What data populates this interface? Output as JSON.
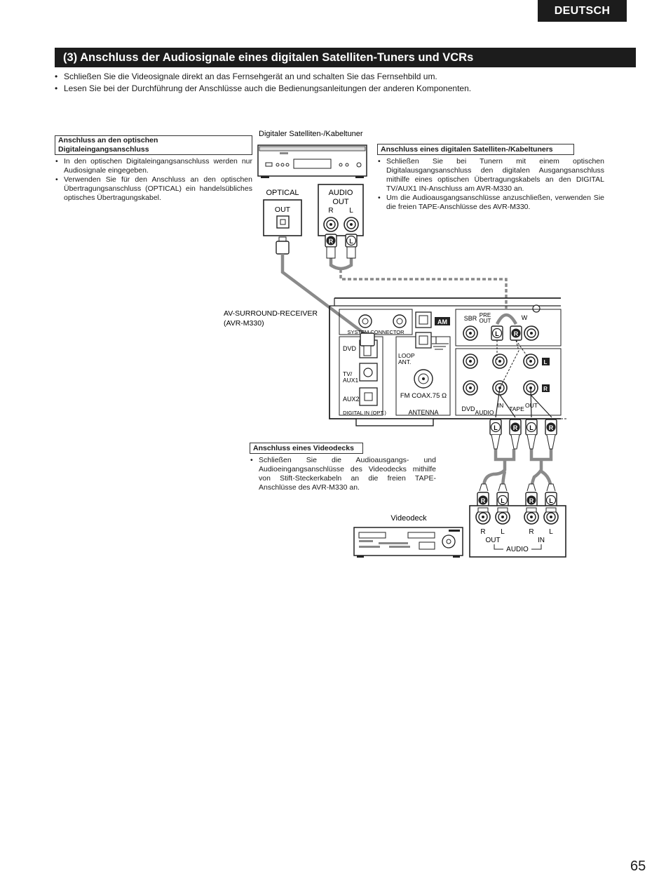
{
  "header": {
    "language_tab": "DEUTSCH"
  },
  "section": {
    "title": "(3) Anschluss der Audiosignale eines digitalen Satelliten-Tuners und VCRs"
  },
  "intro": [
    "Schließen Sie die Videosignale direkt an das Fernsehgerät an und schalten Sie das Fernsehbild um.",
    "Lesen Sie bei der Durchführung der Anschlüsse auch die Bedienungsanleitungen der anderen Komponenten."
  ],
  "optical_box": {
    "title": "Anschluss an den optischen Digitaleingangsanschluss",
    "items": [
      "In den optischen Digitaleingangsanschluss werden nur Audiosignale eingegeben.",
      "Verwenden Sie für den Anschluss an den optischen Übertragungsanschluss (OPTICAL) ein handelsübliches optisches Übertragungskabel."
    ]
  },
  "tuner_box": {
    "title": "Anschluss eines digitalen Satelliten-/Kabeltuners",
    "items": [
      "Schließen Sie bei Tunern mit einem optischen Digitalausgangsanschluss den digitalen Ausgangsanschluss mithilfe eines optischen Übertragungskabels an den DIGITAL TV/AUX1 IN-Anschluss am AVR-M330 an.",
      "Um die Audioausgangsanschlüsse anzuschließen, verwenden Sie die freien TAPE-Anschlüsse des AVR-M330."
    ]
  },
  "vcr_box": {
    "title": "Anschluss eines Videodecks",
    "items": [
      "Schließen Sie die Audioausgangs- und Audioeingangsanschlüsse des Videodecks mithilfe von Stift-Steckerkabeln an die freien TAPE-Anschlüsse des AVR-M330 an."
    ]
  },
  "diagram": {
    "tuner_label": "Digitaler Satelliten-/Kabeltuner",
    "tuner_optical": "OPTICAL",
    "tuner_out": "OUT",
    "tuner_audio_out": [
      "AUDIO",
      "OUT"
    ],
    "plug_r": "R",
    "plug_l": "L",
    "receiver_label": [
      "AV-SURROUND-RECEIVER",
      "(AVR-M330)"
    ],
    "rx_system_connector": "SYSTEM CONNECTOR",
    "rx_dvd": "DVD",
    "rx_tv_aux1": [
      "TV/",
      "AUX1"
    ],
    "rx_aux2": "AUX2",
    "rx_digital_in": "DIGITAL IN (OPT.)",
    "rx_am": "AM",
    "rx_loop_ant": [
      "LOOP",
      "ANT."
    ],
    "rx_fm": "FM COAX.75 Ω",
    "rx_antenna": "ANTENNA",
    "rx_sbr": "SBR",
    "rx_pre_out": [
      "PRE",
      "OUT"
    ],
    "rx_sw": "W",
    "rx_dvd_audio": "DVD",
    "rx_audio": "AUDIO",
    "rx_in": "IN",
    "rx_tape": "TAPE",
    "rx_out": "OUT",
    "vcr_label": "Videodeck",
    "vcr_audio": "AUDIO",
    "vcr_out": "OUT",
    "vcr_in": "IN"
  },
  "page_number": "65"
}
